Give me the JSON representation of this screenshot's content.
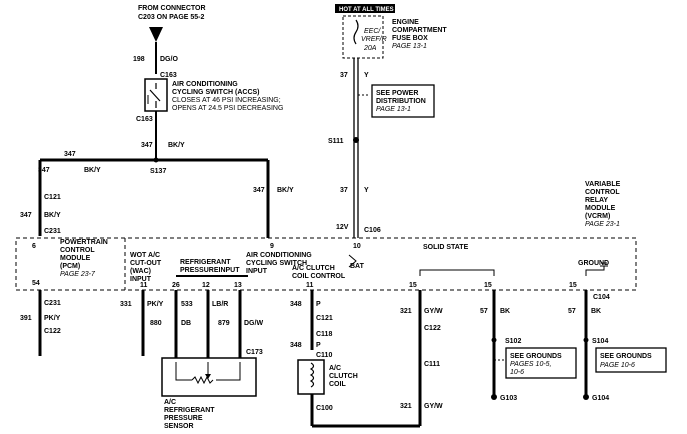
{
  "top": {
    "from_connector_line1": "FROM CONNECTOR",
    "from_connector_line2": "C203 ON PAGE 55-2",
    "hot_at_all_times": "HOT AT ALL TIMES"
  },
  "fuse_box": {
    "name_lines": [
      "ENGINE",
      "COMPARTMENT",
      "FUSE BOX"
    ],
    "page": "PAGE 13-1",
    "fuse_lines": [
      "EEC/",
      "VREF/R",
      "20A"
    ]
  },
  "power_distribution": {
    "lines": [
      "SEE POWER",
      "DISTRIBUTION"
    ],
    "page": "PAGE 13-1"
  },
  "accs": {
    "name_lines": [
      "AIR CONDITIONING",
      "CYCLING SWITCH (ACCS)"
    ],
    "desc_lines": [
      "CLOSES AT 46 PSI INCREASING;",
      "OPENS AT 24.5 PSI DECREASING"
    ]
  },
  "wires": {
    "w198": "198",
    "w198_color": "DG/O",
    "c163a": "C163",
    "c163b": "C163",
    "w347a": "347",
    "w347a_color": "BK/Y",
    "w347b": "347",
    "w347b_color": "BK/Y",
    "w347c": "347",
    "w347c_color": "BK/Y",
    "w347d": "347",
    "w347d_color": "BK/Y",
    "w347e": "347",
    "w347e_color": "BK/Y",
    "s137": "S137",
    "c121": "C121",
    "w37a": "37",
    "w37a_color": "Y",
    "s111": "S111",
    "w37b": "37",
    "w37b_color": "Y",
    "c106": "C106",
    "w12v": "12V",
    "bat": "BAT",
    "pin9": "9",
    "pin6": "6"
  },
  "vcrm": {
    "name_lines": [
      "VARIABLE",
      "CONTROL",
      "RELAY",
      "MODULE",
      "(VCRM)"
    ],
    "page": "PAGE 23-1",
    "solid_state": "SOLID STATE"
  },
  "pcm": {
    "c231a": "C231",
    "c231b": "C231",
    "name_lines": [
      "POWERTRAIN",
      "CONTROL",
      "MODULE",
      "(PCM)"
    ],
    "page": "PAGE 23-7",
    "pin10": "10",
    "pin54": "54",
    "c122": "C122",
    "w391": "391",
    "w391_color": "PK/Y"
  },
  "module_inputs": {
    "wac_lines": [
      "WOT A/C",
      "CUT-OUT",
      "(WAC)",
      "INPUT"
    ],
    "ref_lines": [
      "REFRIGERANT",
      "PRESSUREINPUT"
    ],
    "accs_in_lines": [
      "AIR CONDITIONING",
      "CYCLING SWITCH",
      "INPUT"
    ],
    "clutch_lines": [
      "A/C CLUTCH",
      "COIL CONTROL"
    ],
    "pin11": "11",
    "pin26": "26",
    "pin12": "12",
    "pin13": "13"
  },
  "lower_wires": {
    "w331": "331",
    "w331_color": "PK/Y",
    "w880": "880",
    "w533": "533",
    "w533_color": "DB",
    "w879": "879",
    "w879_color": "DG/W",
    "w_lbr": "LB/R",
    "c173": "C173"
  },
  "sensor": {
    "name_lines": [
      "A/C",
      "REFRIGERANT",
      "PRESSURE",
      "SENSOR"
    ]
  },
  "clutch": {
    "w348a": "348",
    "w348a_color": "P",
    "c121b": "C121",
    "c118": "C118",
    "w348b": "348",
    "w348b_color": "P",
    "c110": "C110",
    "name_lines": [
      "A/C",
      "CLUTCH",
      "COIL"
    ],
    "c100": "C100"
  },
  "right_circuit": {
    "pin15a": "15",
    "pin15b": "15",
    "w321a": "321",
    "w321a_color": "GY/W",
    "c122b": "C122",
    "c111": "C111",
    "w321b": "321",
    "w321b_color": "GY/W",
    "w57a": "57",
    "w57a_color": "BK",
    "w57b": "57",
    "w57b_color": "BK",
    "ground": "GROUND",
    "c104": "C104",
    "s102": "S102",
    "s104": "S104",
    "g103": "G103",
    "g104": "G104",
    "see_grounds_a_lines": [
      "SEE GROUNDS",
      "PAGES 10-5,",
      "10-6"
    ],
    "see_grounds_b_lines": [
      "SEE GROUNDS",
      "PAGE 10-6"
    ]
  }
}
